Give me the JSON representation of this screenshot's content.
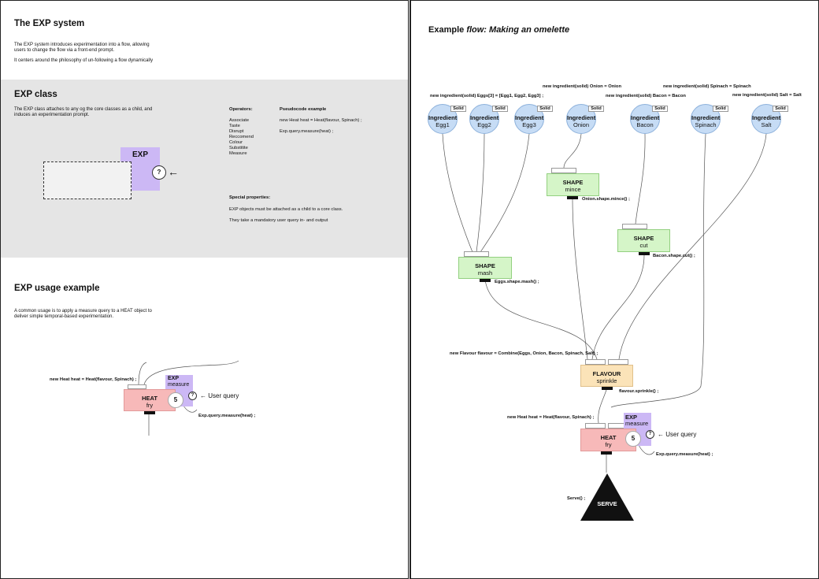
{
  "left": {
    "system": {
      "title": "The EXP system",
      "p1a": "The EXP system introduces experimentation into a flow, allowing",
      "p1b": "users to change the flow via a front-end prompt.",
      "p2": "It centers around the philosophy of un-following a flow dynamically"
    },
    "exp_class": {
      "title": "EXP class",
      "desc_a": "The EXP class attaches to any og the core classes as a child, and",
      "desc_b": "induces an experimentation prompt.",
      "exp_label": "EXP",
      "question": "?",
      "arrow": "←",
      "operators_title": "Operators:",
      "operators": [
        "Associate",
        "Taste",
        "Disrupt",
        "Reccomend",
        "Colour",
        "Substitite",
        "Measure"
      ],
      "pseudo_title": "Pseudocode example",
      "pseudo_1": "new Heat heat = Heat(flavour, Spinach) ;",
      "pseudo_2": "Exp.query.measure(heat) ;",
      "special_title": "Special properties:",
      "special_1": "EXP objects must be attached as a child to a core class.",
      "special_2": "They take a mandatory user query in- and output"
    },
    "usage": {
      "title": "EXP usage example",
      "desc_a": "A common usage is to apply a measure query to a HEAT object to",
      "desc_b": "deliver simple temporal-based experimentation.",
      "code": "new Heat heat = Heat(flavour, Spinach) ;",
      "exp_t1": "EXP",
      "exp_t2": "measure",
      "heat_t1": "HEAT",
      "heat_t2": "fry",
      "value": "5",
      "question": "?",
      "user_query": "← User query",
      "exp_code": "Exp.query.measure(heat) ;"
    }
  },
  "right": {
    "title_plain": "Example ",
    "title_italic": "flow: Making an omelette",
    "code_eggs": "new ingredient(solid) Eggs[3] = [Egg1, Egg2, Egg3] ;",
    "code_onion": "new ingredient(solid) Onion = Onion",
    "code_bacon": "new ingredient(solid) Bacon = Bacon",
    "code_spinach": "new ingredient(solid) Spinach = Spinach",
    "code_salt": "new ingredient(solid) Salt = Salt",
    "solid_tag": "Solid",
    "ingredient_label": "Ingredient",
    "ingredients": [
      "Egg1",
      "Egg2",
      "Egg3",
      "Onion",
      "Bacon",
      "Spinach",
      "Salt"
    ],
    "shape_mince": {
      "t1": "SHAPE",
      "t2": "mince",
      "code": "Onion.shape.mince() ;"
    },
    "shape_cut": {
      "t1": "SHAPE",
      "t2": "cut",
      "code": "Bacon.shape.cut() ;"
    },
    "shape_mash": {
      "t1": "SHAPE",
      "t2": "mash",
      "code": "Eggs.shape.mash() ;"
    },
    "flavour": {
      "code_new": "new Flavour flavour = Combine(Eggs, Onion, Bacon, Spinach, Salt) ;",
      "t1": "FLAVOUR",
      "t2": "sprinkle",
      "code": "flavour.sprinkle() ;"
    },
    "heat": {
      "code_new": "new Heat heat = Heat(flavour, Spinach) ;",
      "t1": "HEAT",
      "t2": "fry",
      "value": "5",
      "question": "?",
      "exp_t1": "EXP",
      "exp_t2": "measure",
      "user_query": "← User query",
      "exp_code": "Exp.query.measure(heat) ;"
    },
    "serve": {
      "code": "Serve() ;",
      "label": "SERVE"
    }
  },
  "colors": {
    "ingredient": "#c6dcf5",
    "shape": "#d5f5c8",
    "flavour": "#fbe3b8",
    "heat": "#f7b9b9",
    "exp": "#ccb8f5",
    "band": "#e5e5e5"
  }
}
